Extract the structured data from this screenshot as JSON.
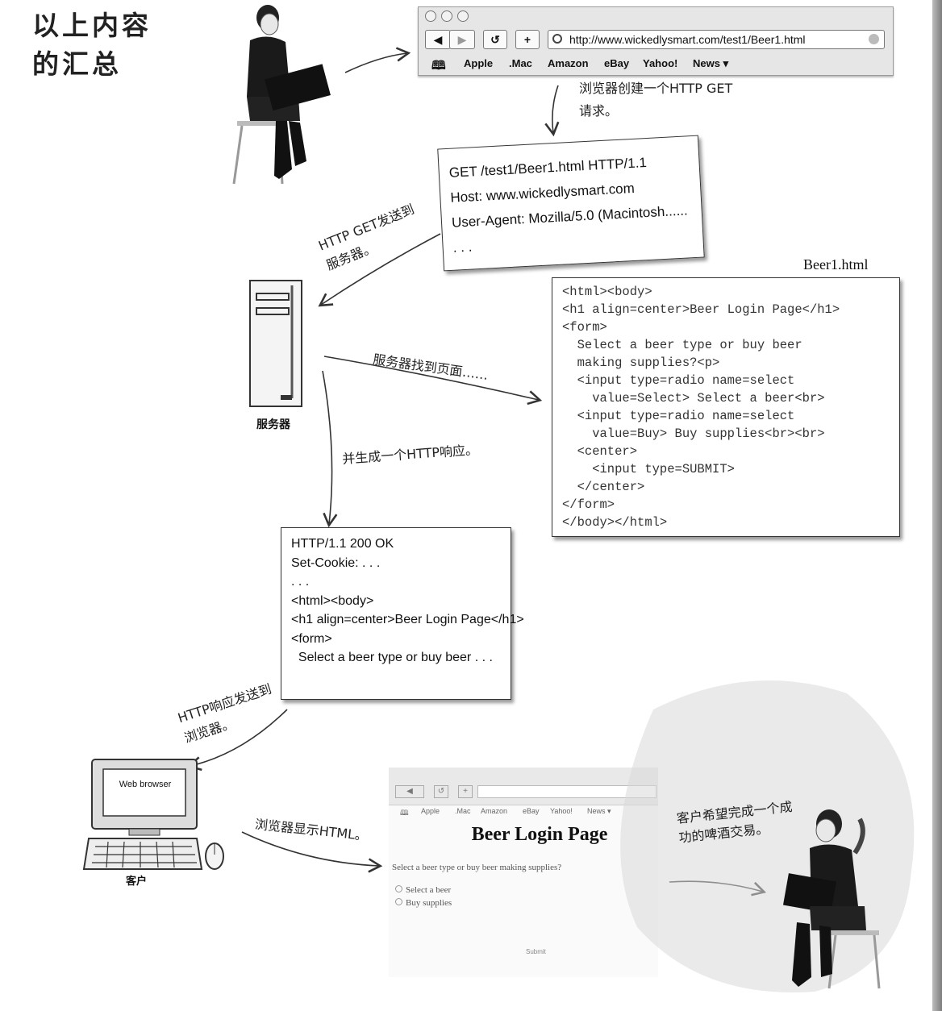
{
  "title": {
    "line1": "以上内容",
    "line2": "的汇总"
  },
  "browser": {
    "nav_back": "◀",
    "nav_forward": "▶",
    "reload": "↺",
    "add": "+",
    "url": "http://www.wickedlysmart.com/test1/Beer1.html",
    "bookmarks": [
      "Apple",
      ".Mac",
      "Amazon",
      "eBay",
      "Yahoo!",
      "News ▾"
    ]
  },
  "notes": {
    "browser_creates_get": "浏览器创建一个HTTP GET请求。",
    "get_sent_to_server": "HTTP GET发送到服务器。",
    "server_finds_page": "服务器找到页面……",
    "generates_response": "并生成一个HTTP响应。",
    "response_sent_to_browser": "HTTP响应发送到浏览器。",
    "browser_displays_html": "浏览器显示HTML。",
    "client_hopes": "客户希望完成一个成功的啤酒交易。"
  },
  "request": {
    "lines": [
      "GET /test1/Beer1.html HTTP/1.1",
      "Host: www.wickedlysmart.com",
      "User-Agent: Mozilla/5.0 (Macintosh......",
      ". . ."
    ]
  },
  "server_label": "服务器",
  "client_label": "客户",
  "computer_screen_text": "Web browser",
  "file": {
    "name": "Beer1.html",
    "lines": [
      "<html><body>",
      "<h1 align=center>Beer Login Page</h1>",
      "<form>",
      "  Select a beer type or buy beer",
      "  making supplies?<p>",
      "  <input type=radio name=select",
      "    value=Select> Select a beer<br>",
      "  <input type=radio name=select",
      "    value=Buy> Buy supplies<br><br>",
      "  <center>",
      "    <input type=SUBMIT>",
      "  </center>",
      "</form>",
      "</body></html>"
    ]
  },
  "response": {
    "lines": [
      "HTTP/1.1 200 OK",
      "Set-Cookie: . . .",
      ". . .",
      "<html><body>",
      "<h1 align=center>Beer Login Page</h1>",
      "<form>",
      "  Select a beer type or buy beer . . ."
    ]
  },
  "rendered_page": {
    "bookmarks": [
      "Apple",
      ".Mac",
      "Amazon",
      "eBay",
      "Yahoo!",
      "News ▾"
    ],
    "heading": "Beer Login Page",
    "question": "Select a beer type or buy beer making supplies?",
    "options": [
      "Select a beer",
      "Buy supplies"
    ],
    "submit": "Submit"
  }
}
